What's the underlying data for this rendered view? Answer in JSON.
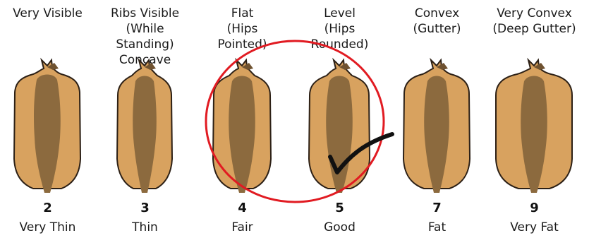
{
  "columns": [
    {
      "label": "Very Visible",
      "score": "2",
      "condition": "Very Thin"
    },
    {
      "label": "Ribs Visible\n(While Standing)\nConcave",
      "score": "3",
      "condition": "Thin"
    },
    {
      "label": "Flat\n(Hips\nPointed)",
      "score": "4",
      "condition": "Fair"
    },
    {
      "label": "Level\n(Hips\nRounded)",
      "score": "5",
      "condition": "Good"
    },
    {
      "label": "Convex\n(Gutter)",
      "score": "7",
      "condition": "Fat"
    },
    {
      "label": "Very Convex\n(Deep Gutter)",
      "score": "9",
      "condition": "Very Fat"
    }
  ],
  "colors": {
    "coat": "#d8a25f",
    "tail": "#8c6a3e",
    "outline": "#2c2016",
    "highlight_circle": "#e11b22",
    "checkmark": "#111111"
  },
  "annotations": {
    "highlighted_range": [
      "4",
      "5"
    ],
    "checked_score": "5",
    "checkmark_icon": "checkmark-icon",
    "circle_icon": "highlight-circle-icon"
  }
}
